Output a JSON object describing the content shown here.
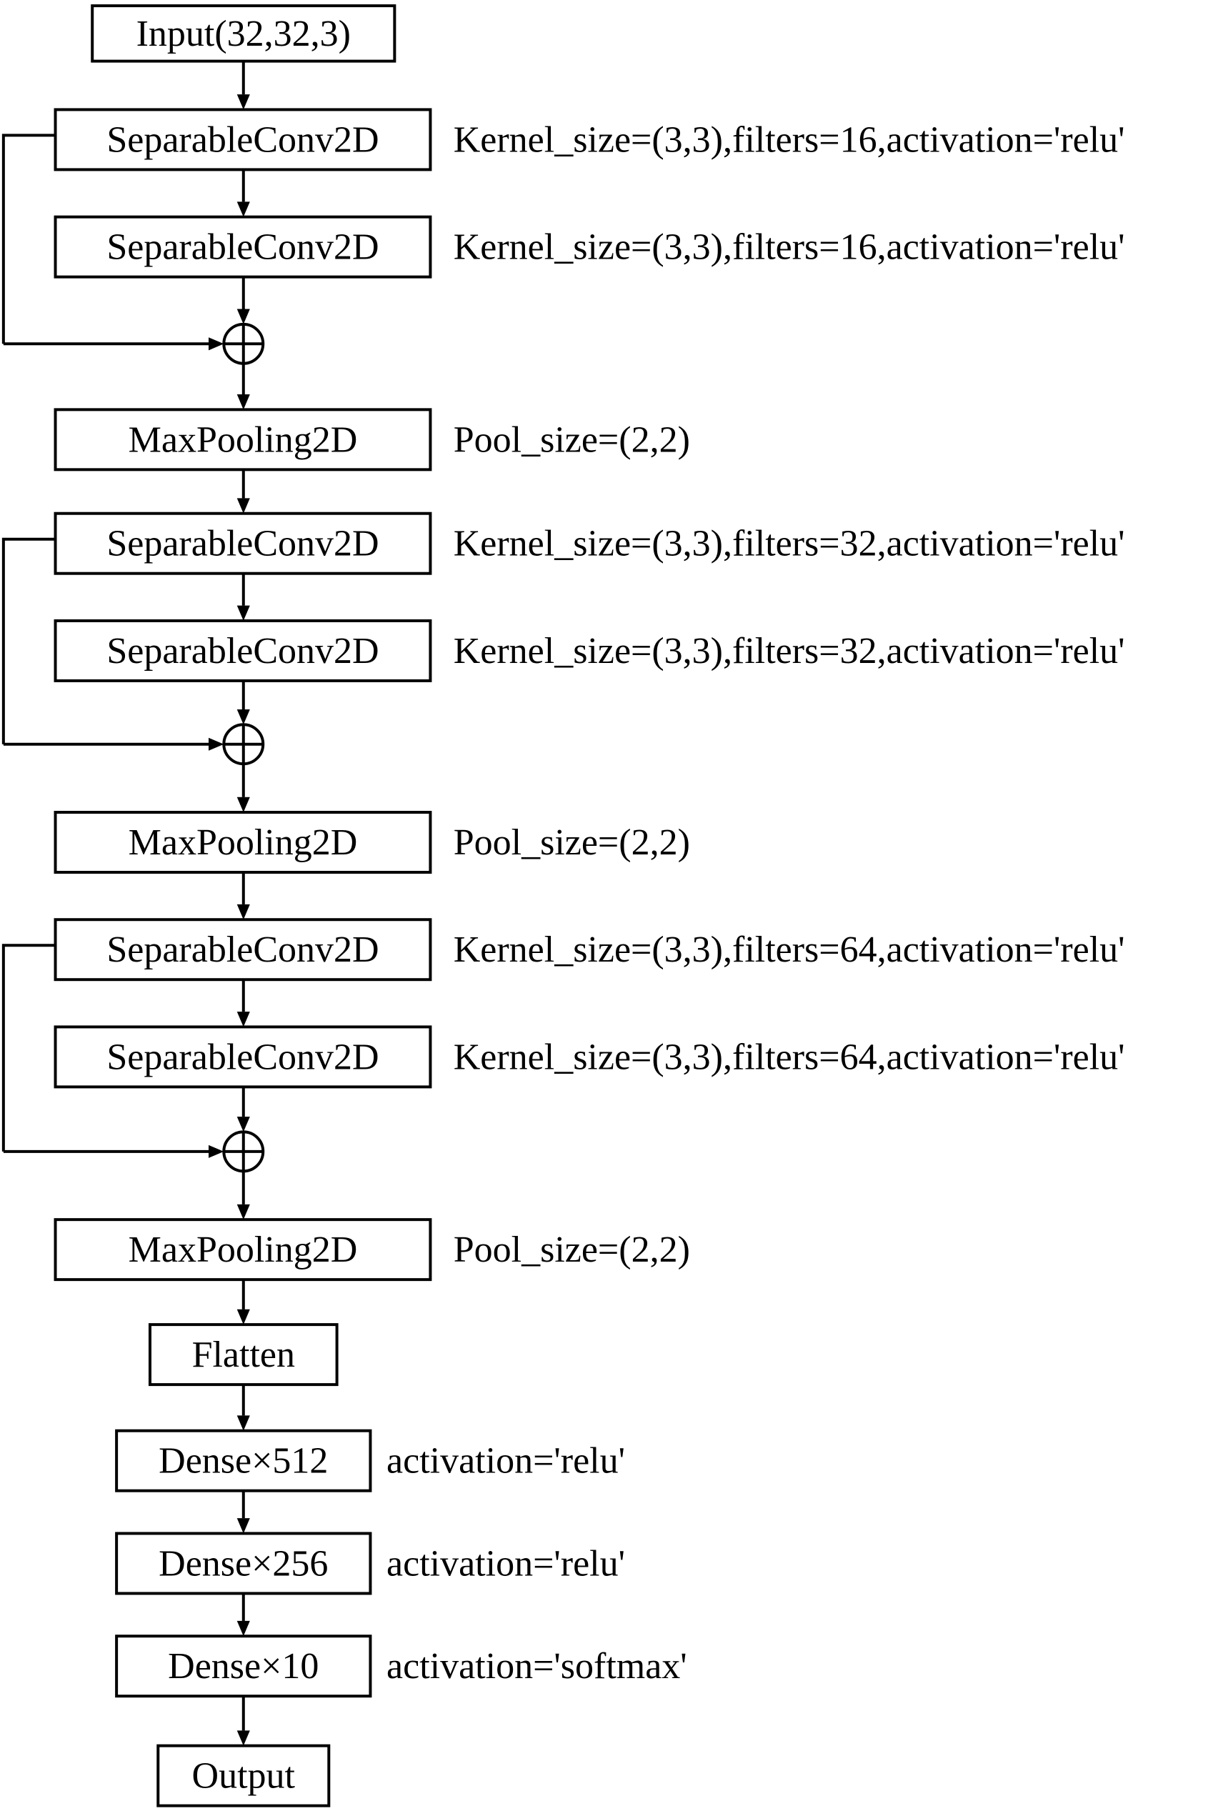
{
  "diagram": {
    "nodes": [
      {
        "id": "input",
        "label": "Input(32,32,3)",
        "param": ""
      },
      {
        "id": "conv1a",
        "label": "SeparableConv2D",
        "param": "Kernel_size=(3,3),filters=16,activation='relu'"
      },
      {
        "id": "conv1b",
        "label": "SeparableConv2D",
        "param": "Kernel_size=(3,3),filters=16,activation='relu'"
      },
      {
        "id": "pool1",
        "label": "MaxPooling2D",
        "param": "Pool_size=(2,2)"
      },
      {
        "id": "conv2a",
        "label": "SeparableConv2D",
        "param": "Kernel_size=(3,3),filters=32,activation='relu'"
      },
      {
        "id": "conv2b",
        "label": "SeparableConv2D",
        "param": "Kernel_size=(3,3),filters=32,activation='relu'"
      },
      {
        "id": "pool2",
        "label": "MaxPooling2D",
        "param": "Pool_size=(2,2)"
      },
      {
        "id": "conv3a",
        "label": "SeparableConv2D",
        "param": "Kernel_size=(3,3),filters=64,activation='relu'"
      },
      {
        "id": "conv3b",
        "label": "SeparableConv2D",
        "param": "Kernel_size=(3,3),filters=64,activation='relu'"
      },
      {
        "id": "pool3",
        "label": "MaxPooling2D",
        "param": "Pool_size=(2,2)"
      },
      {
        "id": "flatten",
        "label": "Flatten",
        "param": ""
      },
      {
        "id": "dense512",
        "label": "Dense×512",
        "param": "activation='relu'"
      },
      {
        "id": "dense256",
        "label": "Dense×256",
        "param": "activation='relu'"
      },
      {
        "id": "dense10",
        "label": "Dense×10",
        "param": "activation='softmax'"
      },
      {
        "id": "output",
        "label": "Output",
        "param": ""
      }
    ],
    "add_symbol": "+"
  }
}
